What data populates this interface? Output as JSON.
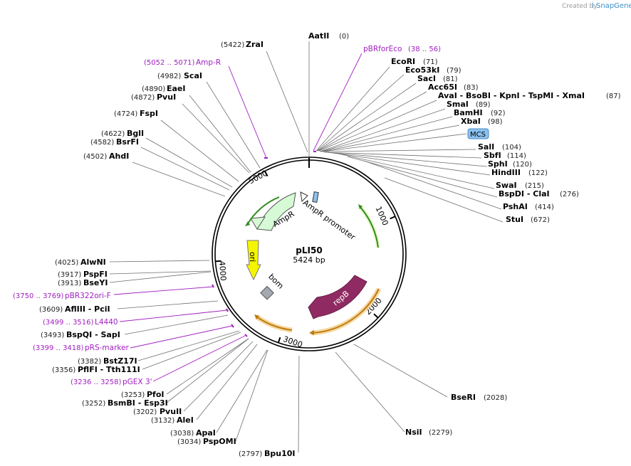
{
  "credit": {
    "prefix": "Created by",
    "brand": "SnapGene"
  },
  "plasmid": {
    "name": "pLI50",
    "size_label": "5424 bp",
    "length": 5424
  },
  "ticks": [
    "1000",
    "2000",
    "3000",
    "4000",
    "5000"
  ],
  "mcs": "MCS",
  "features": [
    {
      "name": "AmpR",
      "type": "cds"
    },
    {
      "name": "AmpR promoter",
      "type": "promoter"
    },
    {
      "name": "ori",
      "type": "origin"
    },
    {
      "name": "bom",
      "type": "misc"
    },
    {
      "name": "repB",
      "type": "cds"
    }
  ],
  "sites": [
    {
      "name": "AatII",
      "pos": "(0)"
    },
    {
      "name": "ZraI",
      "pos": "(5422)"
    },
    {
      "name": "ScaI",
      "pos": "(4982)"
    },
    {
      "name": "EaeI",
      "pos": "(4890)"
    },
    {
      "name": "PvuI",
      "pos": "(4872)"
    },
    {
      "name": "FspI",
      "pos": "(4724)"
    },
    {
      "name": "BglI",
      "pos": "(4622)"
    },
    {
      "name": "BsrFI",
      "pos": "(4582)"
    },
    {
      "name": "AhdI",
      "pos": "(4502)"
    },
    {
      "name": "EcoRI",
      "pos": "(71)"
    },
    {
      "name": "Eco53kI",
      "pos": "(79)"
    },
    {
      "name": "SacI",
      "pos": "(81)"
    },
    {
      "name": "Acc65I",
      "pos": "(83)"
    },
    {
      "name": "AvaI - BsoBI - KpnI - TspMI - XmaI",
      "pos": "(87)"
    },
    {
      "name": "SmaI",
      "pos": "(89)"
    },
    {
      "name": "BamHI",
      "pos": "(92)"
    },
    {
      "name": "XbaI",
      "pos": "(98)"
    },
    {
      "name": "SalI",
      "pos": "(104)"
    },
    {
      "name": "SbfI",
      "pos": "(114)"
    },
    {
      "name": "SphI",
      "pos": "(120)"
    },
    {
      "name": "HindIII",
      "pos": "(122)"
    },
    {
      "name": "SwaI",
      "pos": "(215)"
    },
    {
      "name": "BspDI - ClaI",
      "pos": "(276)"
    },
    {
      "name": "PshAI",
      "pos": "(414)"
    },
    {
      "name": "StuI",
      "pos": "(672)"
    },
    {
      "name": "AlwNI",
      "pos": "(4025)"
    },
    {
      "name": "PspFI",
      "pos": "(3917)"
    },
    {
      "name": "BseYI",
      "pos": "(3913)"
    },
    {
      "name": "AflIII - PciI",
      "pos": "(3609)"
    },
    {
      "name": "BspQI - SapI",
      "pos": "(3493)"
    },
    {
      "name": "BstZ17I",
      "pos": "(3382)"
    },
    {
      "name": "PflFI - Tth111I",
      "pos": "(3356)"
    },
    {
      "name": "PfoI",
      "pos": "(3253)"
    },
    {
      "name": "BsmBI - Esp3I",
      "pos": "(3252)"
    },
    {
      "name": "PvuII",
      "pos": "(3202)"
    },
    {
      "name": "AleI",
      "pos": "(3132)"
    },
    {
      "name": "ApaI",
      "pos": "(3038)"
    },
    {
      "name": "PspOMI",
      "pos": "(3034)"
    },
    {
      "name": "Bpu10I",
      "pos": "(2797)"
    },
    {
      "name": "BseRI",
      "pos": "(2028)"
    },
    {
      "name": "NsiI",
      "pos": "(2279)"
    }
  ],
  "primers": [
    {
      "name": "pBRforEco",
      "range": "(38 .. 56)"
    },
    {
      "name": "Amp-R",
      "range": "(5052 .. 5071)"
    },
    {
      "name": "pBR322ori-F",
      "range": "(3750 .. 3769)"
    },
    {
      "name": "L4440",
      "range": "(3499 .. 3516)"
    },
    {
      "name": "pRS-marker",
      "range": "(3399 .. 3418)"
    },
    {
      "name": "pGEX 3'",
      "range": "(3236 .. 3258)"
    }
  ]
}
